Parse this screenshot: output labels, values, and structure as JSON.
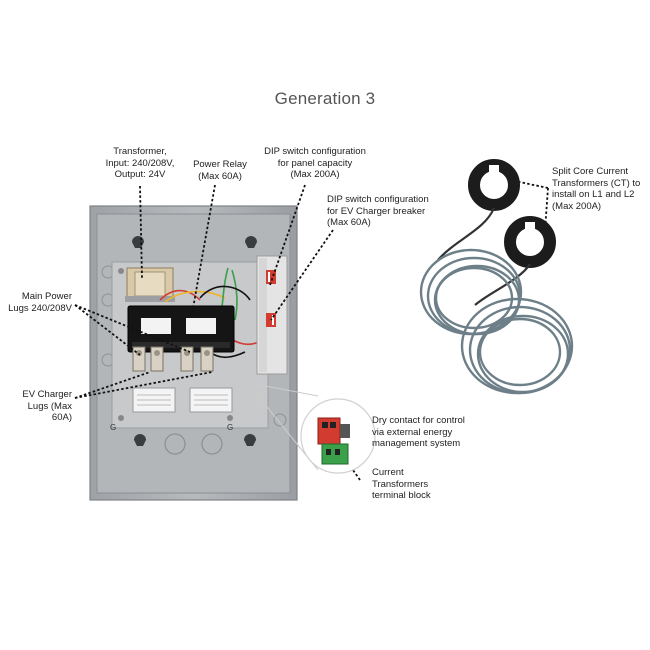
{
  "title": "Generation 3",
  "labels": {
    "transformer": [
      "Transformer,",
      "Input: 240/208V,",
      "Output: 24V"
    ],
    "power_relay": [
      "Power Relay",
      "(Max 60A)"
    ],
    "dip_panel": [
      "DIP switch configuration",
      "for panel capacity",
      "(Max 200A)"
    ],
    "dip_ev": [
      "DIP switch configuration",
      "for EV Charger breaker",
      "(Max 60A)"
    ],
    "main_power": [
      "Main Power",
      "Lugs 240/208V"
    ],
    "ev_lugs": [
      "EV Charger",
      "Lugs (Max 60A)"
    ],
    "split_core": [
      "Split Core Current",
      "Transformers (CT) to",
      "install on L1 and L2",
      "(Max 200A)"
    ],
    "dry_contact": [
      "Dry contact for control",
      "via external energy",
      "management system"
    ],
    "ct_terminal": [
      "Current",
      "Transformers",
      "terminal block"
    ]
  },
  "colors": {
    "enclosure": "#a9adb1",
    "enclosure_dark": "#8e9296",
    "backplate": "#c9cbcd",
    "cable": "#6d7f88",
    "ct_core": "#1c1c1c",
    "terminal_red": "#d23b30",
    "terminal_green": "#3aa04a"
  }
}
